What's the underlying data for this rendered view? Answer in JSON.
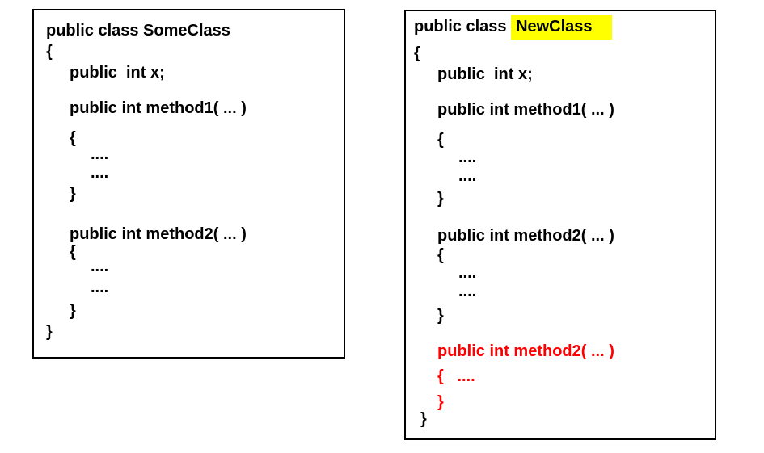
{
  "colors": {
    "text": "#000000",
    "added_code": "#ff0000",
    "highlight": "#ffff00",
    "box_border": "#000000",
    "background": "#ffffff"
  },
  "left_box": {
    "class_name": "SomeClass",
    "lines": [
      "public class SomeClass",
      "{",
      "public  int x;",
      "public int method1( ... )",
      "{",
      "....",
      "....",
      "}",
      "public int method2( ... )",
      "{",
      "....",
      "....",
      "}",
      "}"
    ]
  },
  "right_box": {
    "class_name": "NewClass",
    "title_prefix": "public class ",
    "title_highlight": "NewClass",
    "lines": [
      "{",
      "public  int x;",
      "public int method1( ... )",
      "{",
      "....",
      "....",
      "}",
      "public int method2( ... )",
      "{",
      "....",
      "....",
      "}"
    ],
    "red_lines": [
      "public int method2( ... )",
      "{   ....",
      "}"
    ],
    "closing_brace": "}"
  }
}
